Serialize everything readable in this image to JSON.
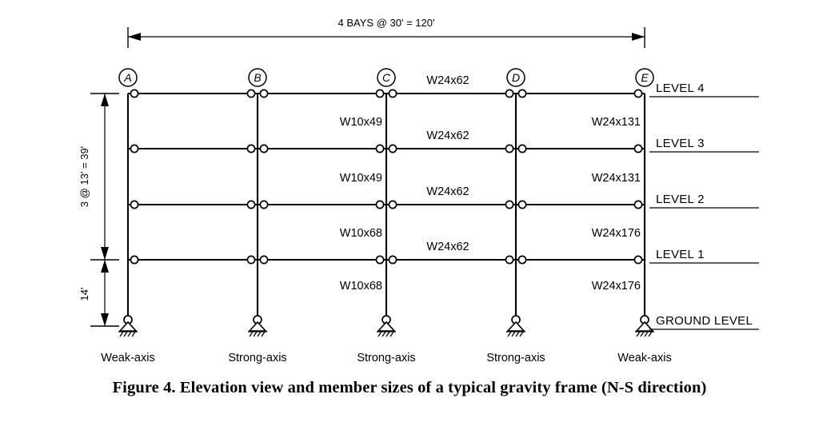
{
  "figure": {
    "caption": "Figure 4. Elevation view and member sizes of a typical gravity frame (N-S direction)",
    "ink_color": "#000000",
    "background_color": "#ffffff"
  },
  "dimensions": {
    "horizontal": {
      "label": "4 BAYS @ 30' = 120'",
      "bays": 4,
      "bay_spacing": "30'",
      "total": "120'"
    },
    "vertical_upper": {
      "label": "3 @ 13' = 39'",
      "count": 3,
      "story_height": "13'",
      "total": "39'"
    },
    "vertical_lower": {
      "label": "14'"
    }
  },
  "gridlines": [
    {
      "id": "grid-a",
      "label": "A"
    },
    {
      "id": "grid-b",
      "label": "B"
    },
    {
      "id": "grid-c",
      "label": "C"
    },
    {
      "id": "grid-d",
      "label": "D"
    },
    {
      "id": "grid-e",
      "label": "E"
    }
  ],
  "levels": [
    {
      "id": "level-4",
      "label": "LEVEL 4"
    },
    {
      "id": "level-3",
      "label": "LEVEL 3"
    },
    {
      "id": "level-2",
      "label": "LEVEL 2"
    },
    {
      "id": "level-1",
      "label": "LEVEL 1"
    },
    {
      "id": "ground-level",
      "label": "GROUND LEVEL"
    }
  ],
  "beam_sizes": [
    {
      "id": "beam-level-4",
      "label": "W24x62"
    },
    {
      "id": "beam-level-3",
      "label": "W24x62"
    },
    {
      "id": "beam-level-2",
      "label": "W24x62"
    },
    {
      "id": "beam-level-1",
      "label": "W24x62"
    }
  ],
  "column_sizes_interior": [
    {
      "id": "col-interior-story-4",
      "label": "W10x49"
    },
    {
      "id": "col-interior-story-3",
      "label": "W10x49"
    },
    {
      "id": "col-interior-story-2",
      "label": "W10x68"
    },
    {
      "id": "col-interior-story-1",
      "label": "W10x68"
    }
  ],
  "column_sizes_exterior": [
    {
      "id": "col-exterior-story-4",
      "label": "W24x131"
    },
    {
      "id": "col-exterior-story-3",
      "label": "W24x131"
    },
    {
      "id": "col-exterior-story-2",
      "label": "W24x176"
    },
    {
      "id": "col-exterior-story-1",
      "label": "W24x176"
    }
  ],
  "column_orientations": [
    {
      "id": "orientation-a",
      "label": "Weak-axis"
    },
    {
      "id": "orientation-b",
      "label": "Strong-axis"
    },
    {
      "id": "orientation-c",
      "label": "Strong-axis"
    },
    {
      "id": "orientation-d",
      "label": "Strong-axis"
    },
    {
      "id": "orientation-e",
      "label": "Weak-axis"
    }
  ]
}
